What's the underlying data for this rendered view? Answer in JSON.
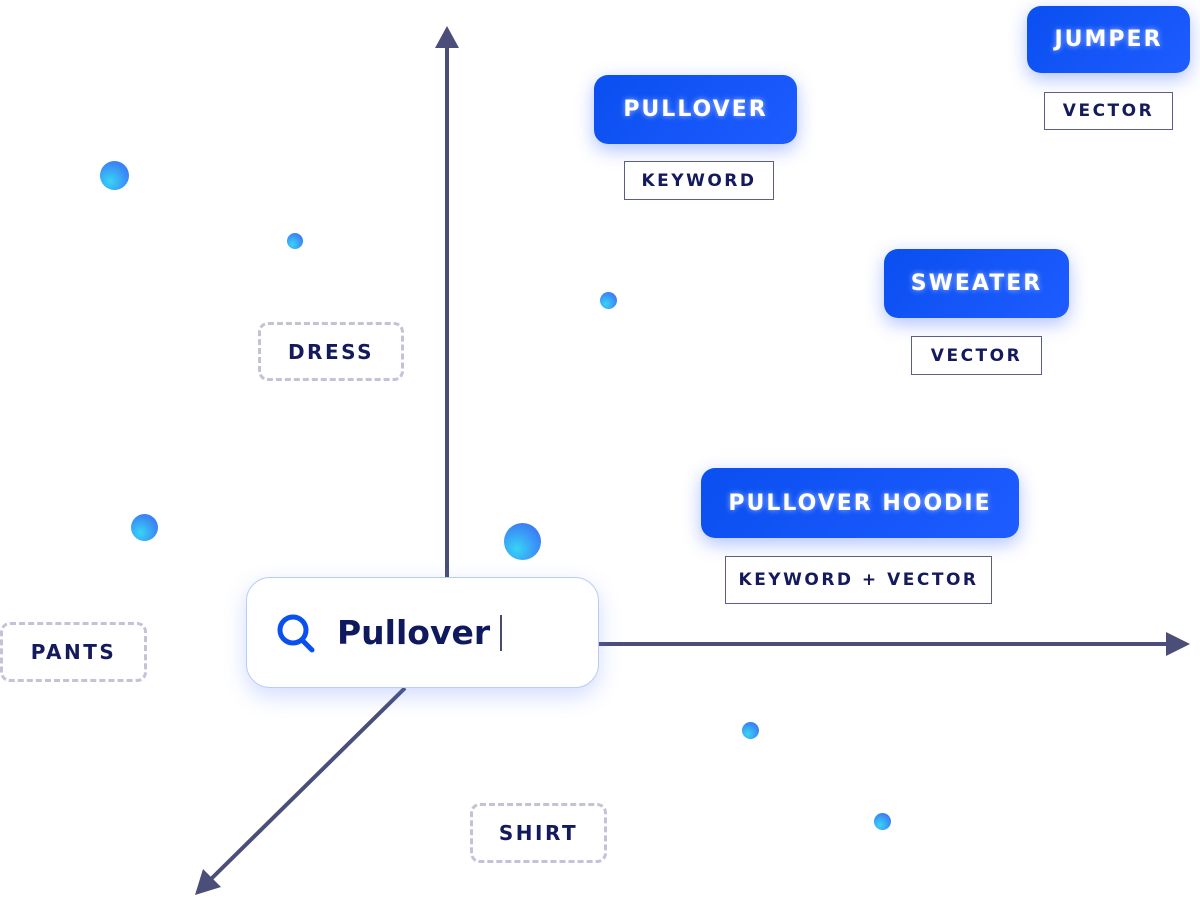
{
  "search": {
    "query": "Pullover",
    "icon": "search-icon"
  },
  "results": [
    {
      "term": "PULLOVER",
      "match": "KEYWORD"
    },
    {
      "term": "JUMPER",
      "match": "VECTOR"
    },
    {
      "term": "SWEATER",
      "match": "VECTOR"
    },
    {
      "term": "PULLOVER HOODIE",
      "match": "KEYWORD + VECTOR"
    }
  ],
  "unmatched": [
    "DRESS",
    "PANTS",
    "SHIRT"
  ],
  "colors": {
    "chip": "#0a4ff0",
    "axis": "#4a4e78",
    "text": "#141a5c",
    "dot": "#3b82f6"
  }
}
